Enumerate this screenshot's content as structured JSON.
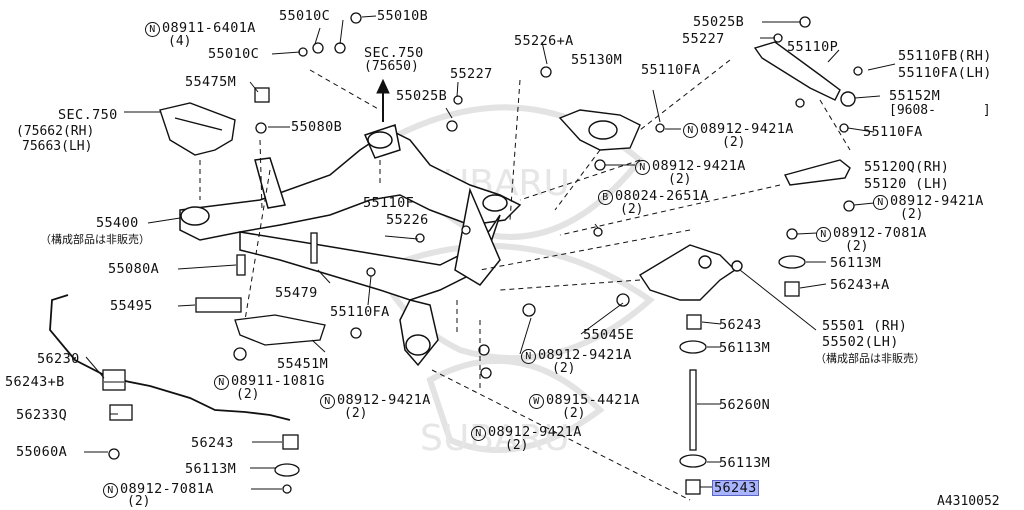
{
  "diagram": {
    "code": "A4310052",
    "notes": {
      "not_sold": "（構成部品は非販売）"
    },
    "labels": {
      "p08911_6401A": "08911-6401A",
      "q4a": "(4)",
      "p55010C_top": "55010C",
      "p55010B": "55010B",
      "p55010C": "55010C",
      "p55475M": "55475M",
      "p55080B": "55080B",
      "sec750": "SEC.750",
      "sec750_rh": "(75662(RH)",
      "sec750_lh": "75663(LH)",
      "sec750b": "SEC.750",
      "sec750b_sub": "(75650)",
      "p55227a": "55227",
      "p55025Ba": "55025B",
      "p55226A": "55226+A",
      "p55130M": "55130M",
      "p55110FA": "55110FA",
      "p55025Bb": "55025B",
      "p55227b": "55227",
      "p55110P": "55110P",
      "p55110FB": "55110FB(RH)",
      "p55110FA_lh": "55110FA(LH)",
      "p55152M": "55152M",
      "p55152M_sub": "[9608-      ]",
      "p08912_9421A_a": "08912-9421A",
      "q2a": "(2)",
      "p55110FA_b": "55110FA",
      "p08912_9421A_b": "08912-9421A",
      "q2b": "(2)",
      "p55120Q": "55120Q(RH)",
      "p55120": "55120 (LH)",
      "p08024_2651A": "08024-2651A",
      "q2c": "(2)",
      "p08912_9421A_c": "08912-9421A",
      "q2d": "(2)",
      "p55400": "55400",
      "p55110F": "55110F",
      "p55226": "55226",
      "p08912_7081A_a": "08912-7081A",
      "q2e": "(2)",
      "p55080A": "55080A",
      "p55479": "55479",
      "p56113M_a": "56113M",
      "p56243A": "56243+A",
      "p55495": "55495",
      "p55110FA_c": "55110FA",
      "p55045E": "55045E",
      "p56243_a": "56243",
      "p55501": "55501 (RH)",
      "p55502": "55502(LH)",
      "p56230": "56230",
      "p55451M": "55451M",
      "p56113M_b": "56113M",
      "p08912_9421A_d": "08912-9421A",
      "q2f": "(2)",
      "p56243B": "56243+B",
      "p08911_1081G": "08911-1081G",
      "q2g": "(2)",
      "p08912_9421A_e": "08912-9421A",
      "q2h": "(2)",
      "p08915_4421A": "08915-4421A",
      "q2i": "(2)",
      "p56233Q": "56233Q",
      "p56260N": "56260N",
      "p08912_9421A_f": "08912-9421A",
      "q2j": "(2)",
      "p55060A": "55060A",
      "p56243_b": "56243",
      "p56113M_c": "56113M",
      "p56113M_d": "56113M",
      "p08912_7081A_b": "08912-7081A",
      "q2k": "(2)",
      "p56243_hl": "56243"
    }
  }
}
